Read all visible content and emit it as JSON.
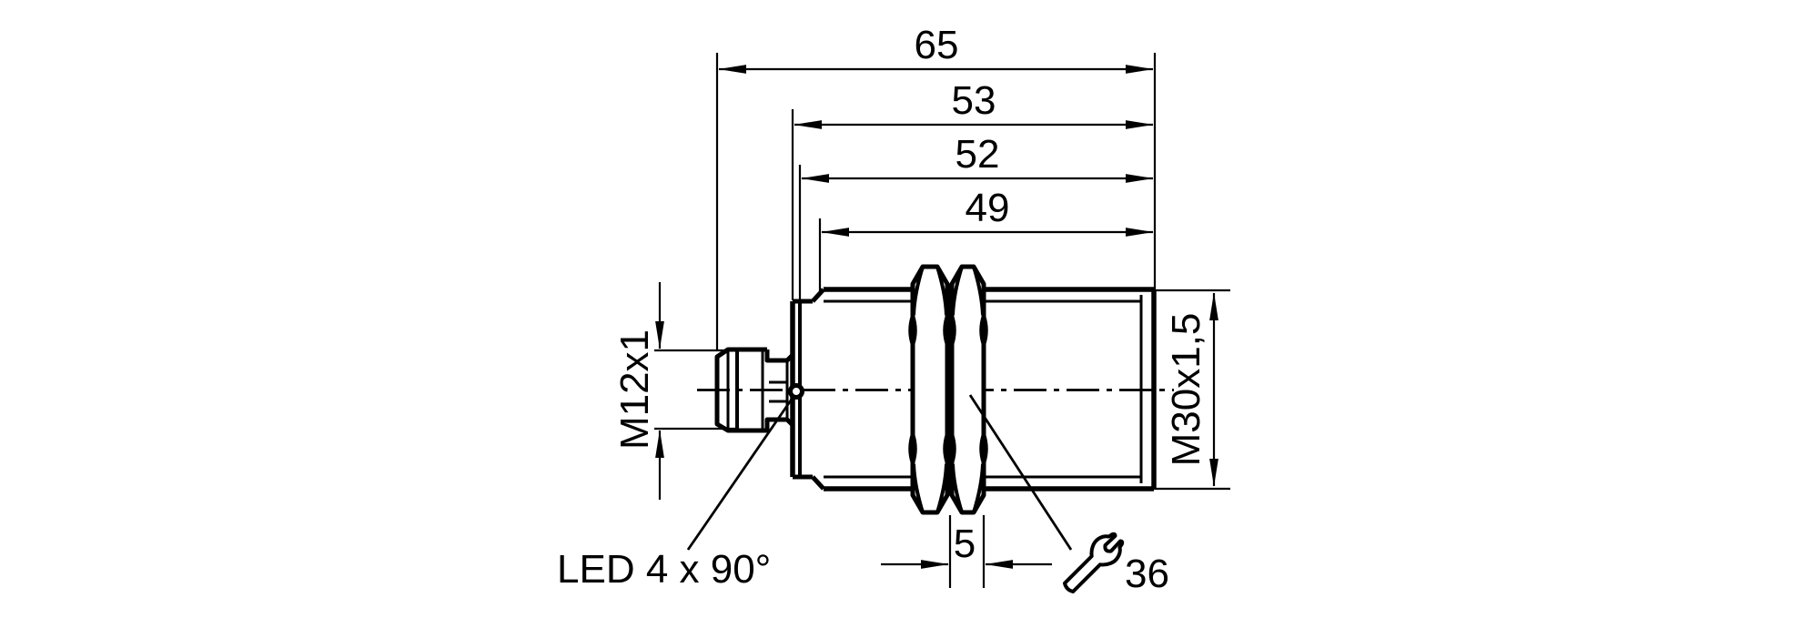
{
  "title": "Inductive sensor dimensional drawing",
  "colors": {
    "background": "#ffffff",
    "line": "#000000"
  },
  "labels": {
    "dim_overall": "65",
    "dim_housing": "53",
    "dim_52": "52",
    "dim_thread_length": "49",
    "dim_nut_width": "5",
    "wrench_size": "36",
    "connector_thread": "M12x1",
    "body_thread": "M30x1,5",
    "led": "LED 4 x 90°"
  }
}
